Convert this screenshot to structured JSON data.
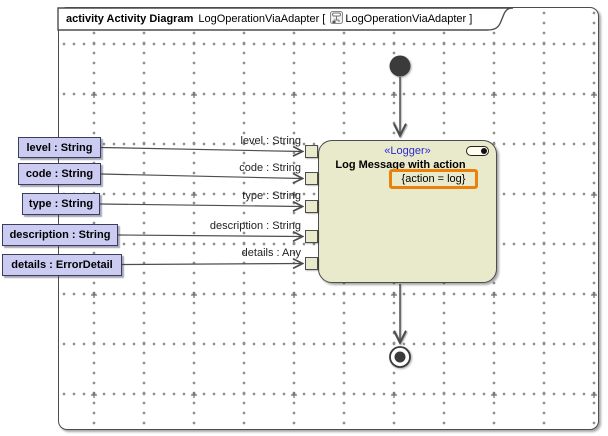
{
  "tab": {
    "kind": "activity Activity Diagram",
    "name": "LogOperationViaAdapter",
    "open_bracket": "[",
    "context": "LogOperationViaAdapter",
    "close_bracket": "]",
    "icon": "activity-diagram-thumbnail-icon"
  },
  "action": {
    "stereotype": "«Logger»",
    "name": "Log Message with action",
    "tag_value": "{action = log}",
    "decoration": "toggle-icon"
  },
  "parameters": [
    {
      "label": "level : String"
    },
    {
      "label": "code : String"
    },
    {
      "label": "type : String"
    },
    {
      "label": "description : String"
    },
    {
      "label": "details : ErrorDetail"
    }
  ],
  "pin_labels": [
    {
      "label": "level : String"
    },
    {
      "label": "code : String"
    },
    {
      "label": "type : String"
    },
    {
      "label": "description : String"
    },
    {
      "label": "details : Any"
    }
  ],
  "nodes": {
    "initial": "initial-node",
    "final": "activity-final-node"
  },
  "colors": {
    "action_fill": "#e9e9cb",
    "parameter_fill": "#ccccf2",
    "stereotype_text": "#2b2bd6",
    "highlight_border": "#e8820d",
    "line": "#4d4d4d",
    "grid_dot": "#909090"
  }
}
